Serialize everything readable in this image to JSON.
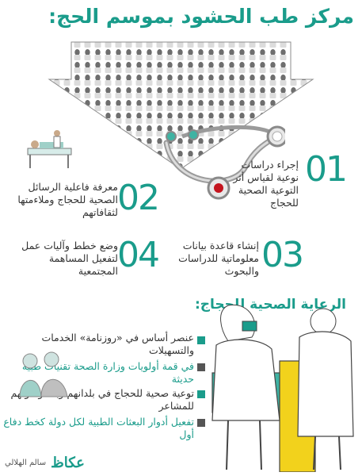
{
  "title": "مركز طب الحشود بموسم الحج:",
  "steps": [
    {
      "number": "01",
      "text": "إجراء دراسات نوعية لقياس أثر التوعية الصحية للحجاج"
    },
    {
      "number": "02",
      "text": "معرفة فاعلية الرسائل الصحية للحجاج وملاءمتها لثقافاتهم"
    },
    {
      "number": "03",
      "text": "إنشاء قاعدة بيانات معلوماتية للدراسات والبحوث"
    },
    {
      "number": "04",
      "text": "وضع خطط وآليات عمل لتفعيل المساهمة المجتمعية"
    }
  ],
  "care": {
    "heading": "الرعاية الصحية للحجاج:",
    "bullets": [
      {
        "text": "عنصر أساس في «روزنامة» الخدمات والتسهيلات",
        "color": "#1a9c8b"
      },
      {
        "text": "في قمة أولويات وزارة الصحة تقنيات طبية حديثة",
        "color": "#555555"
      },
      {
        "text": "توعية صحية للحجاج في بلدانهم وبعد وصولهم للمشاعر",
        "color": "#1a9c8b"
      },
      {
        "text": "تفعيل أدوار البعثات الطبية لكل دولة كخط دفاع أول",
        "color": "#555555"
      }
    ]
  },
  "credit": {
    "logo": "عكاظ",
    "author": "سالم الهلالي"
  },
  "colors": {
    "accent": "#1a9c8b",
    "text": "#333333",
    "gray": "#555555",
    "yellow": "#f2d21c"
  }
}
